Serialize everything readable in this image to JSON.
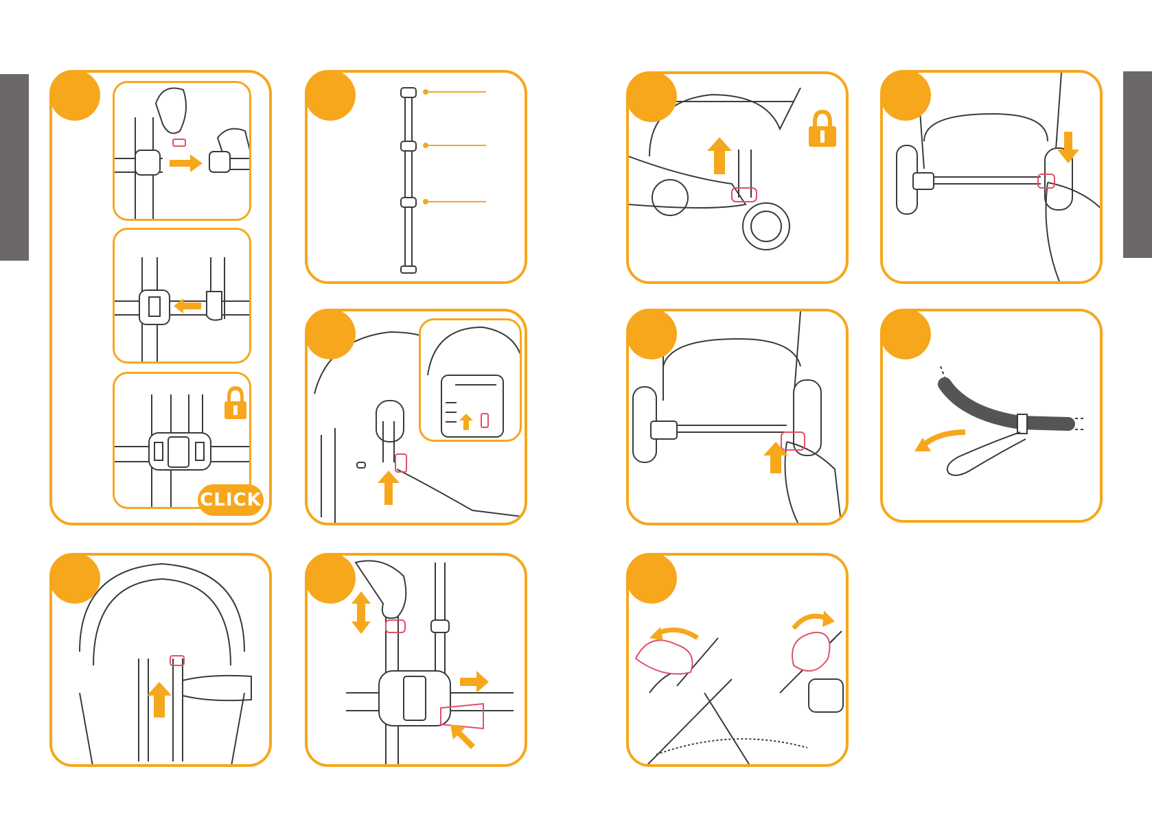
{
  "page": {
    "tabs": [
      {
        "name": "left-edge-tab"
      },
      {
        "name": "right-edge-tab"
      }
    ],
    "colors": {
      "accent": "#f6a71c",
      "highlight": "#e04f6a",
      "line": "#3a3a3a",
      "tab": "#6b6867"
    }
  },
  "panels": {
    "harness_buckle": {
      "click_label": "CLICK",
      "icons": [
        "hand-icon",
        "buckle-icon",
        "arrow-right-icon",
        "arrow-left-icon",
        "padlock-icon"
      ]
    },
    "strap_guide": {
      "icons": [
        "strap-icon"
      ]
    },
    "seat_back_release": {
      "icons": [
        "hand-icon",
        "arrow-up-icon"
      ]
    },
    "shoulder_height": {
      "icons": [
        "hand-icon",
        "arrow-up-icon"
      ]
    },
    "strap_adjust": {
      "icons": [
        "hand-icon",
        "arrow-up-down-icon",
        "arrow-right-icon"
      ]
    },
    "front_wheel_lock": {
      "icons": [
        "hand-icon",
        "arrow-up-icon",
        "padlock-icon"
      ]
    },
    "rear_brake_press": {
      "icons": [
        "hand-icon",
        "arrow-down-icon"
      ]
    },
    "rear_brake_release": {
      "icons": [
        "hand-icon",
        "arrow-up-icon"
      ]
    },
    "wrist_strap": {
      "icons": [
        "strap-icon",
        "curved-arrow-icon"
      ]
    },
    "canopy_fold": {
      "icons": [
        "canopy-icon",
        "curved-arrow-icon"
      ]
    }
  }
}
